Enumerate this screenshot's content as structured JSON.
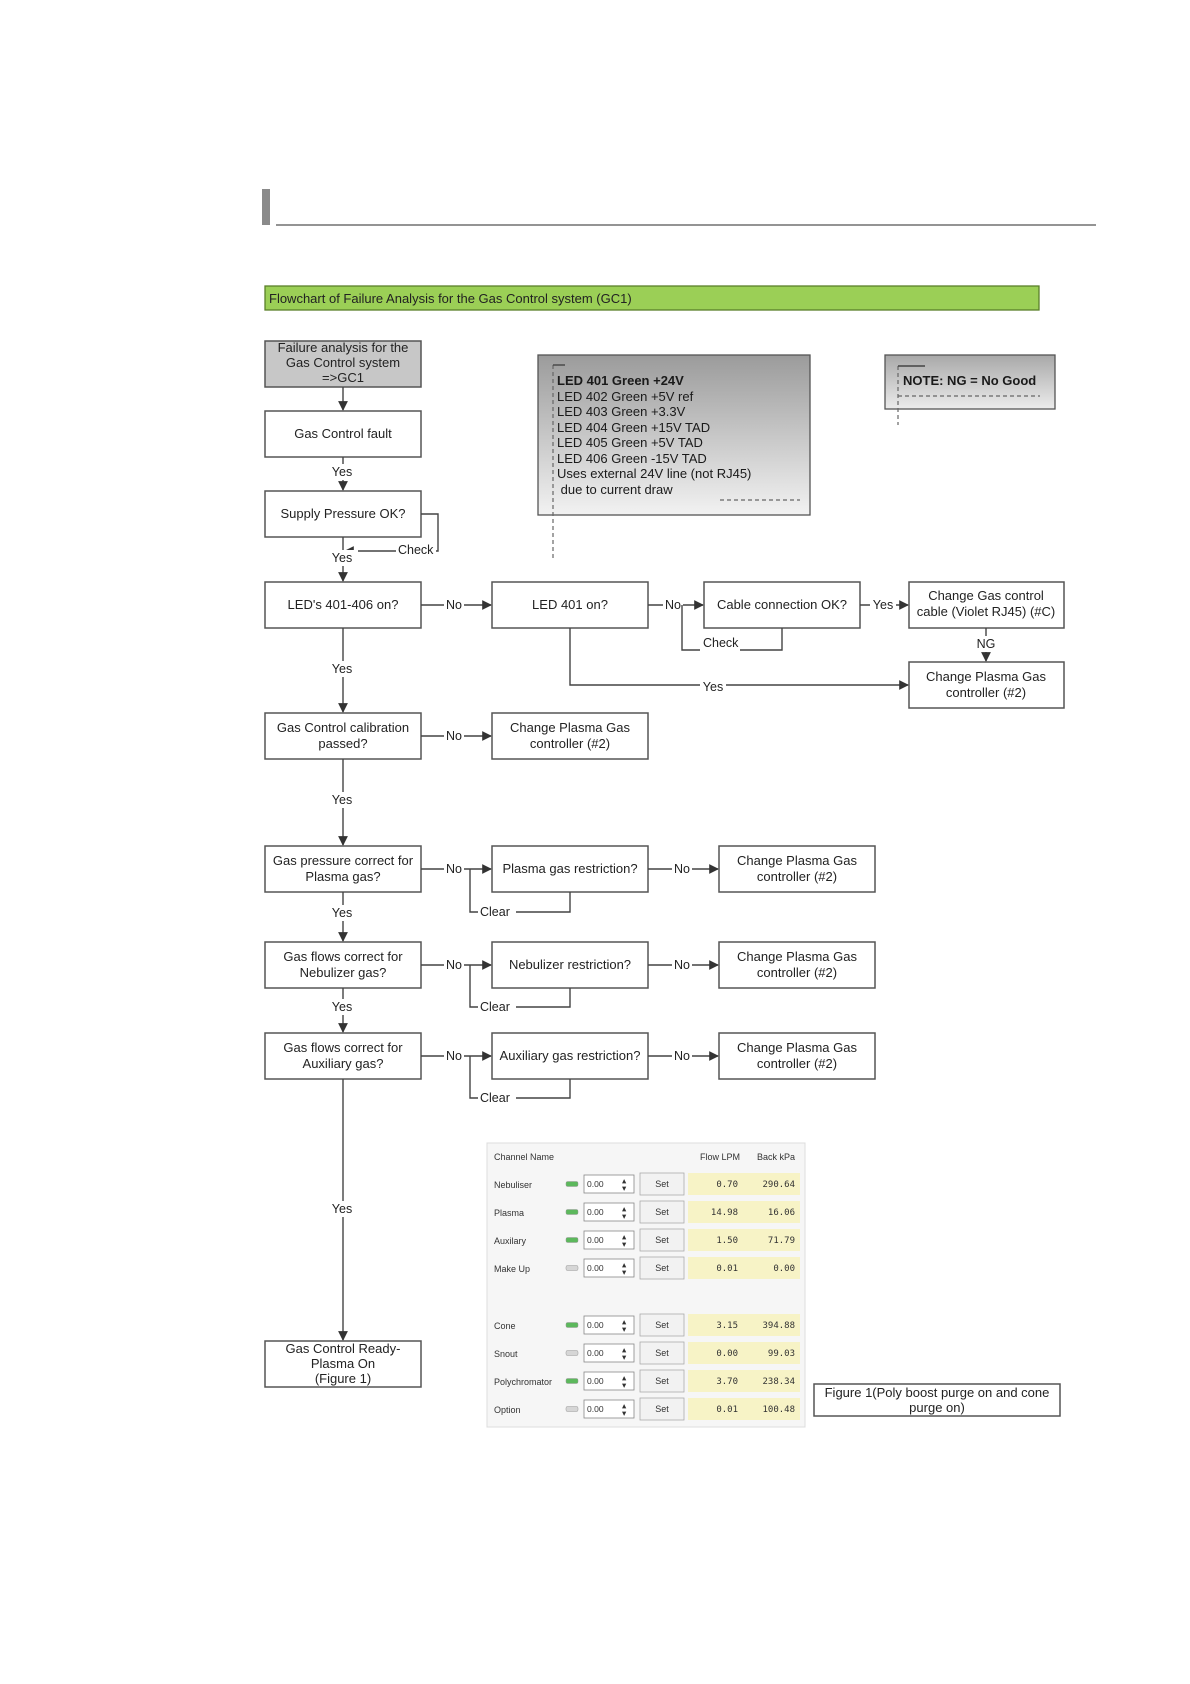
{
  "title_banner": "Flowchart of Failure Analysis for the Gas Control system (GC1)",
  "nodes": {
    "start": [
      "Failure analysis for the",
      "Gas Control system",
      "=>GC1"
    ],
    "fault": [
      "Gas Control fault"
    ],
    "supply": [
      "Supply Pressure OK?"
    ],
    "leds": [
      "LED's 401-406 on?"
    ],
    "led401": [
      "LED 401 on?"
    ],
    "cable": [
      "Cable connection OK?"
    ],
    "change_cable": [
      "Change Gas control",
      "cable (Violet RJ45) (#C)"
    ],
    "change_ctrl_top": [
      "Change Plasma Gas",
      "controller (#2)"
    ],
    "calib": [
      "Gas Control calibration",
      "passed?"
    ],
    "calib_no": [
      "Change Plasma Gas",
      "controller (#2)"
    ],
    "pressure": [
      "Gas pressure correct for",
      "Plasma gas?"
    ],
    "plasma_restr": [
      "Plasma gas restriction?"
    ],
    "plasma_change": [
      "Change Plasma Gas",
      "controller (#2)"
    ],
    "neb": [
      "Gas flows correct for",
      "Nebulizer gas?"
    ],
    "neb_restr": [
      "Nebulizer restriction?"
    ],
    "neb_change": [
      "Change Plasma Gas",
      "controller (#2)"
    ],
    "aux": [
      "Gas flows correct for",
      "Auxiliary gas?"
    ],
    "aux_restr": [
      "Auxiliary gas restriction?"
    ],
    "aux_change": [
      "Change Plasma Gas",
      "controller (#2)"
    ],
    "ready": [
      "Gas Control Ready-",
      "Plasma On",
      "(Figure 1)"
    ]
  },
  "edge_labels": {
    "yes": "Yes",
    "no": "No",
    "check": "Check",
    "clear": "Clear",
    "ng": "NG"
  },
  "led_note": {
    "lines": [
      "LED 401 Green +24V",
      "LED 402 Green +5V ref",
      "LED 403 Green +3.3V",
      "LED 404 Green +15V TAD",
      "LED 405 Green +5V TAD",
      "LED 406 Green -15V TAD",
      "Uses external 24V line (not RJ45)",
      " due to current draw"
    ]
  },
  "ng_note": "NOTE: NG = No Good",
  "figure_caption": [
    "Figure 1(Poly boost purge on and cone",
    "purge on)"
  ],
  "gas_table": {
    "headers": {
      "name": "Channel Name",
      "flow": "Flow LPM",
      "back": "Back kPa"
    },
    "set_label": "Set",
    "rows": [
      {
        "name": "Nebuliser",
        "input": "0.00",
        "flow": "0.70",
        "back": "290.64",
        "led": "on"
      },
      {
        "name": "Plasma",
        "input": "0.00",
        "flow": "14.98",
        "back": "16.06",
        "led": "on"
      },
      {
        "name": "Auxilary",
        "input": "0.00",
        "flow": "1.50",
        "back": "71.79",
        "led": "on"
      },
      {
        "name": "Make Up",
        "input": "0.00",
        "flow": "0.01",
        "back": "0.00",
        "led": "off"
      },
      {
        "name": "Cone",
        "input": "0.00",
        "flow": "3.15",
        "back": "394.88",
        "led": "on"
      },
      {
        "name": "Snout",
        "input": "0.00",
        "flow": "0.00",
        "back": "99.03",
        "led": "off"
      },
      {
        "name": "Polychromator",
        "input": "0.00",
        "flow": "3.70",
        "back": "238.34",
        "led": "on"
      },
      {
        "name": "Option",
        "input": "0.00",
        "flow": "0.01",
        "back": "100.48",
        "led": "off"
      }
    ]
  },
  "colors": {
    "banner_fill": "#9bcf56",
    "banner_stroke": "#5a7f2a",
    "led_on": "#5cb85c",
    "led_off": "#d6d6d6",
    "value_cell": "#f7f3c6",
    "header_bar": "#8a8a8a"
  }
}
